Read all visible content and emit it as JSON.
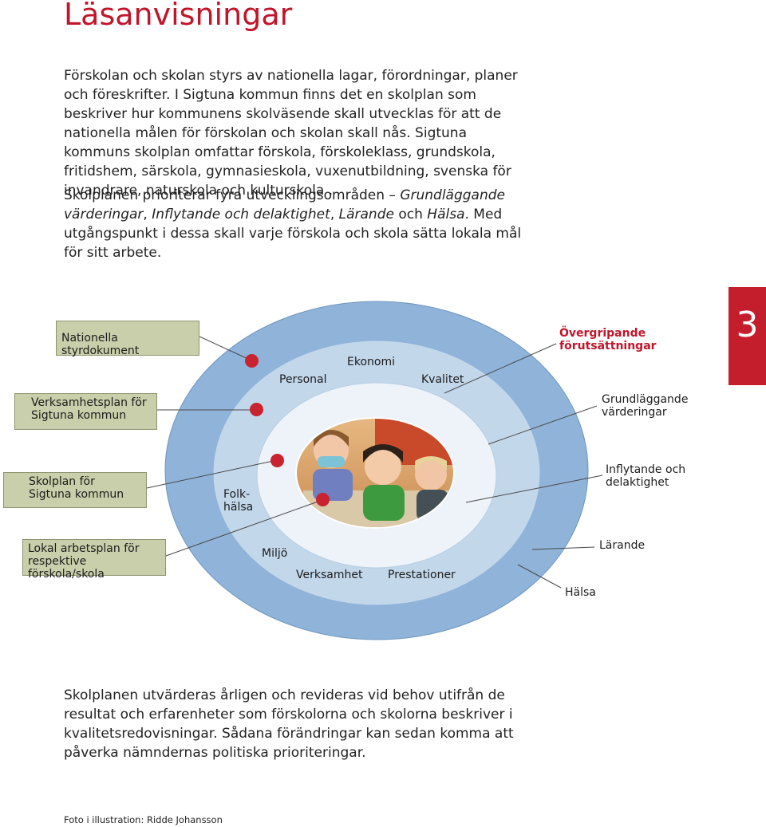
{
  "page": {
    "title": "Läsanvisningar",
    "chapter_number": "3",
    "photo_credit": "Foto i illustration: Ridde Johansson"
  },
  "intro": {
    "p1": "Förskolan och skolan styrs av nationella lagar, förordningar, planer och föreskrifter. I Sigtuna kommun finns det en skolplan som beskriver hur kommunens skolväsende skall utvecklas för att de nationella målen för förskolan och skolan skall nås. Sigtuna kommuns skolplan omfattar förskola, förskoleklass, grundskola, fritidshem, särskola, gymnasieskola, vuxenutbildning, svenska för invandrare, naturskola och kulturskola .",
    "p2_a": "Skolplanen prioriterar fyra utvecklingsområden – ",
    "p2_b": "Grundläggande värderingar",
    "p2_c": ", ",
    "p2_d": "Inflytande och delaktighet",
    "p2_e": ", ",
    "p2_f": "Lärande",
    "p2_g": " och ",
    "p2_h": "Hälsa",
    "p2_i": ". Med utgångspunkt i dessa skall varje förskola och skola sätta lokala mål för sitt arbete.",
    "p3": "Skolplanen utvärderas årligen och revideras vid behov utifrån de resultat och erfarenheter som förskolorna och skolorna beskriver i kvalitetsredovisningar. Sådana förändringar kan sedan komma att påverka nämndernas politiska prioriteringar."
  },
  "diagram": {
    "boxes": {
      "nationella": "Nationella styrdokument",
      "verksamhetsplan": "Verksamhetsplan för\nSigtuna kommun",
      "skolplan": "Skolplan för\nSigtuna kommun",
      "lokal": "Lokal arbetsplan för\nrespektive förskola/skola"
    },
    "ring_labels": {
      "ekonomi": "Ekonomi",
      "personal": "Personal",
      "kvalitet": "Kvalitet",
      "folkhalsa": "Folk-\nhälsa",
      "miljo": "Miljö",
      "verksamhet": "Verksamhet",
      "prestationer": "Prestationer"
    },
    "right_labels": {
      "overgripande": "Övergripande\nförutsättningar",
      "grundlaggande": "Grundläggande\nvärderingar",
      "inflytande": "Inflytande och\ndelaktighet",
      "larande": "Lärande",
      "halsa": "Hälsa"
    },
    "colors": {
      "outer_ring": "#8fb3d9",
      "middle_ring": "#c3d7eb",
      "inner_ring": "#eef3f9",
      "center": "#ffffff",
      "dot": "#c8232f",
      "box": "#c9cfaa",
      "accent_red": "#c0152a"
    },
    "photo": "children-photo"
  }
}
